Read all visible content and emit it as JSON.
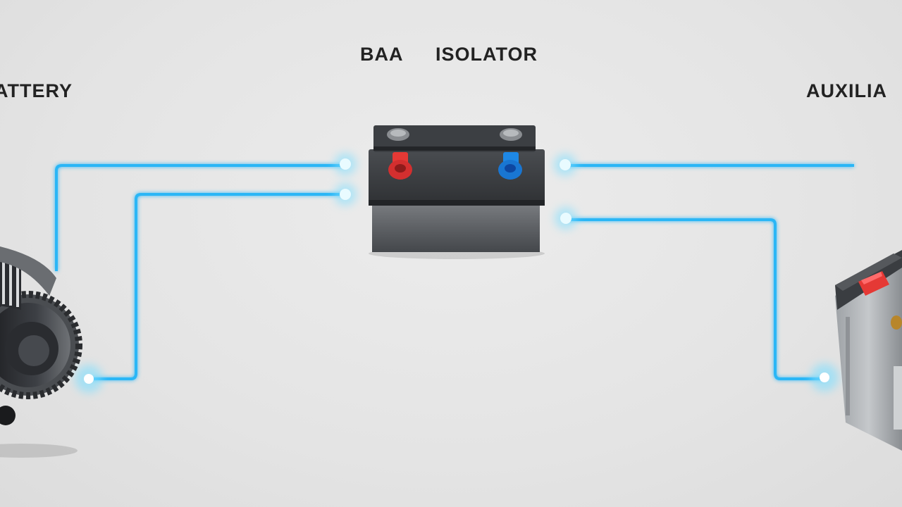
{
  "labels": {
    "left_battery": "ATTERY",
    "title_part1": "BAA",
    "title_part2": "ISOLATOR",
    "right_battery": "AUXILIA"
  },
  "colors": {
    "background": "#e4e4e4",
    "wire": "#29b6f6",
    "wire_glow": "#b3ecff",
    "isolator_body": "#55585c",
    "terminal_positive": "#e53935",
    "terminal_negative": "#1e88e5",
    "label_text": "#222222"
  },
  "components": {
    "isolator": "battery-isolator",
    "left_device": "alternator",
    "right_device": "auxiliary-battery"
  }
}
